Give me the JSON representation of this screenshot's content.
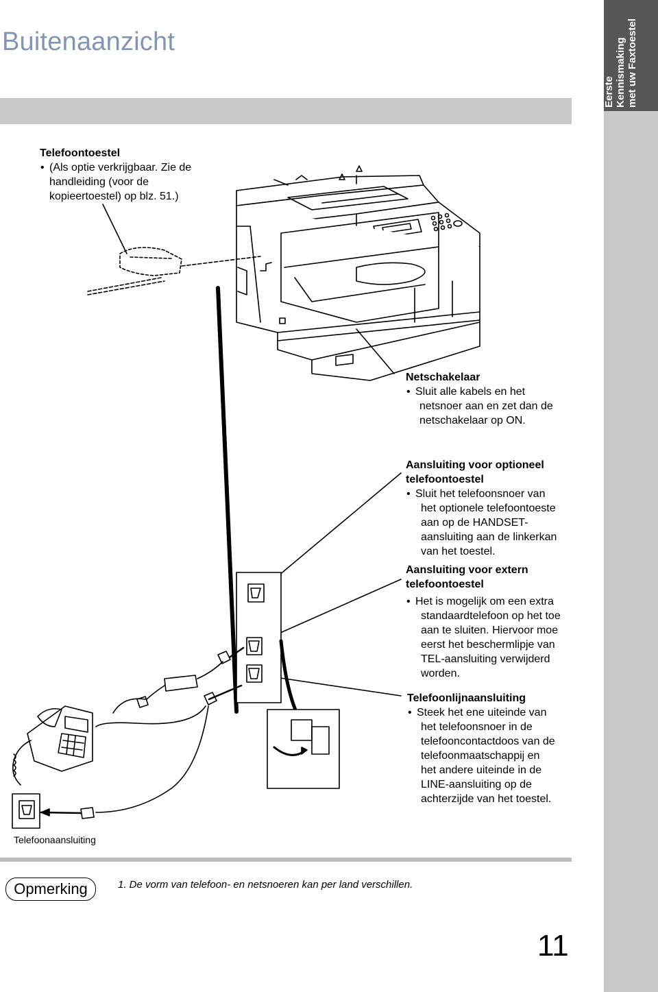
{
  "page": {
    "title": "Buitenaanzicht",
    "side_tab": [
      "Eerste",
      "Kennismaking",
      "met uw Faxtoestel"
    ],
    "page_number": "11"
  },
  "labels": {
    "telefoontoestel": {
      "heading": "Telefoontoestel",
      "lines": [
        "(Als optie verkrijgbaar. Zie de",
        "handleiding (voor de",
        "kopieertoestel) op blz. 51.)"
      ]
    },
    "netschakelaar": {
      "heading": "Netschakelaar",
      "lines": [
        "Sluit alle kabels en het",
        "netsnoer aan en zet dan de",
        "netschakelaar op ON."
      ]
    },
    "optioneel": {
      "heading": [
        "Aansluiting voor optioneel",
        "telefoontoestel"
      ],
      "lines": [
        "Sluit het telefoonsnoer van",
        "het optionele telefoontoeste",
        "aan op de HANDSET-",
        "aansluiting aan de linkerkan",
        "van het toestel."
      ]
    },
    "extern": {
      "heading": [
        "Aansluiting voor extern",
        "telefoontoestel"
      ],
      "lines": [
        "Het is mogelijk om een extra",
        "standaardtelefoon op het toe",
        "aan te sluiten. Hiervoor moe",
        "eerst het beschermlipje van",
        "TEL-aansluiting verwijderd",
        "worden."
      ]
    },
    "lijn": {
      "heading": "Telefoonlijnaansluiting",
      "lines": [
        "Steek het ene uiteinde van",
        "het telefoonsnoer in de",
        "telefooncontactdoos van de",
        "telefoonmaatschappij en",
        "het andere uiteinde in de",
        "LINE-aansluiting op de",
        "achterzijde van het toestel."
      ]
    },
    "telefoonaansluiting": "Telefoonaansluiting"
  },
  "note": {
    "label": "Opmerking",
    "text": "1. De vorm van telefoon- en netsnoeren kan per land verschillen."
  },
  "colors": {
    "title": "#8195b4",
    "side_tab": "#565656",
    "side_bar": "#c8c8c8",
    "bars": "#c9c9c9"
  }
}
